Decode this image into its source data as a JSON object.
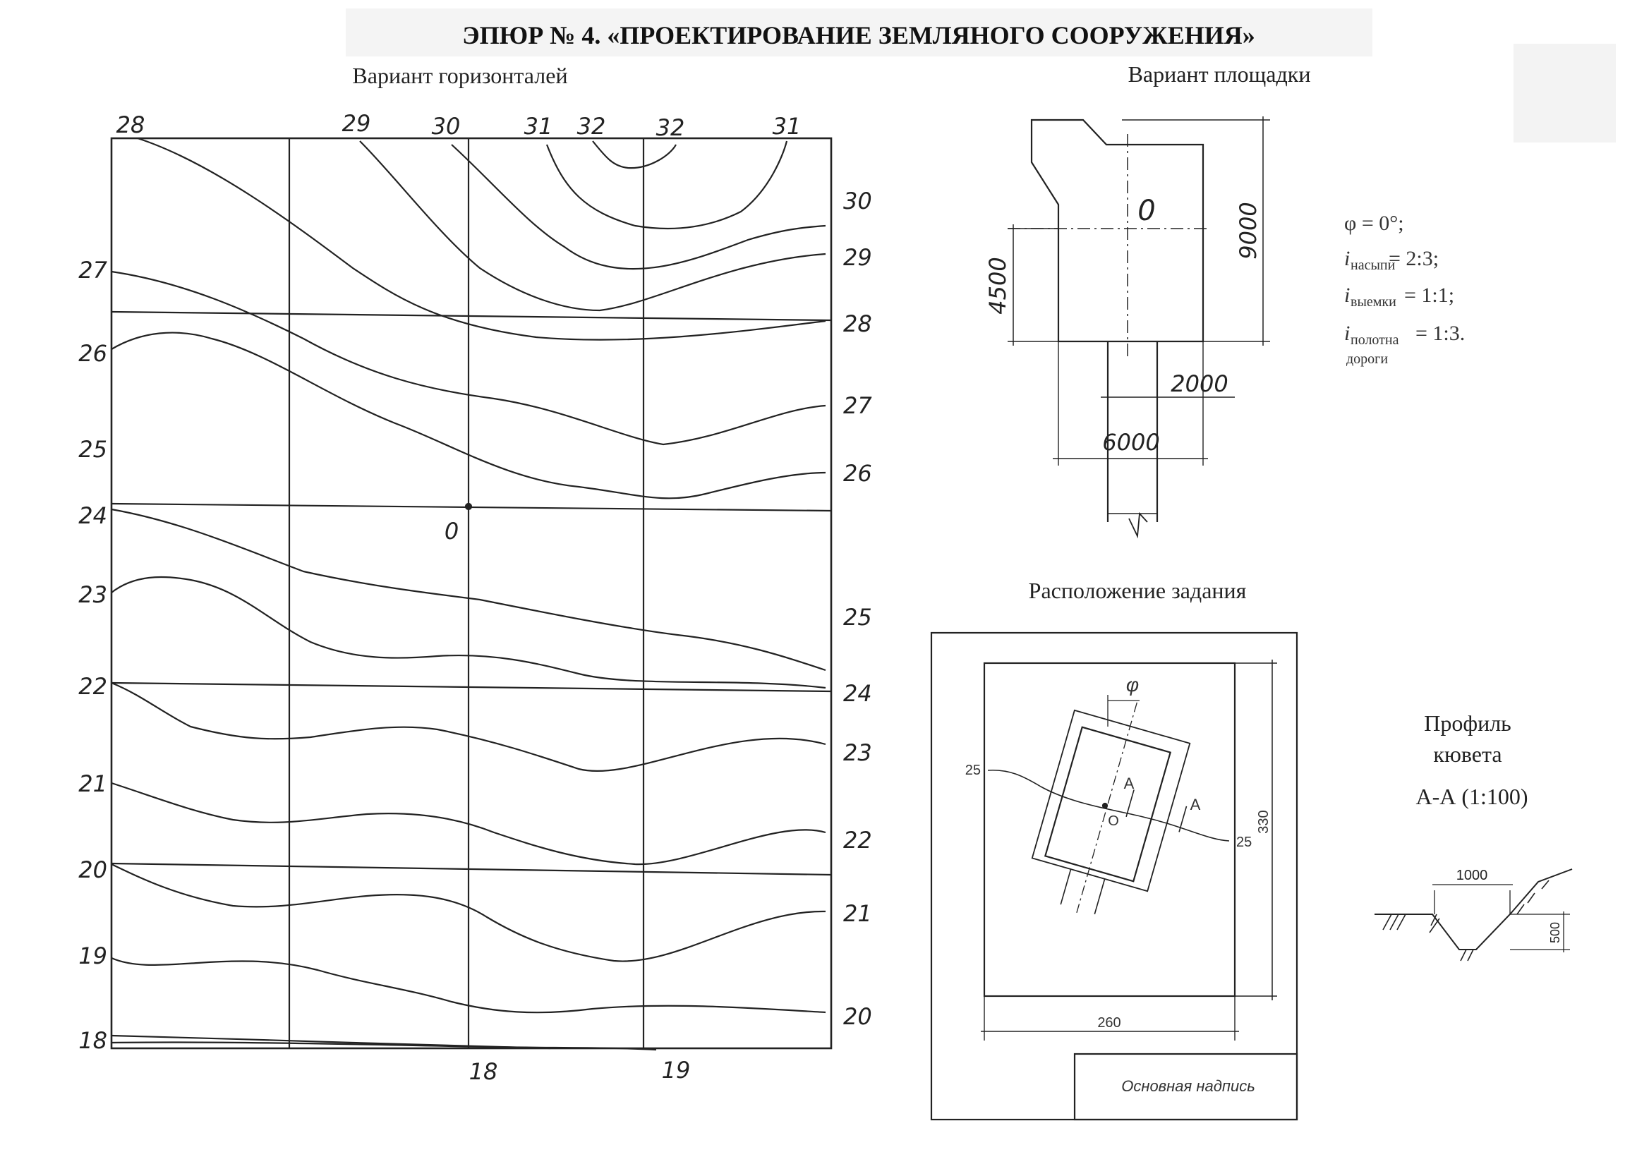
{
  "title": "ЭПЮР № 4. «ПРОЕКТИРОВАНИЕ ЗЕМЛЯНОГО СООРУЖЕНИЯ»",
  "contour_map": {
    "heading": "Вариант горизонталей",
    "point_label": "0",
    "top_labels": [
      "28",
      "29",
      "30",
      "31",
      "32",
      "32",
      "31"
    ],
    "right_labels": [
      "30",
      "29",
      "28",
      "27",
      "26",
      "25",
      "24",
      "23",
      "22",
      "21",
      "20"
    ],
    "left_labels": [
      "27",
      "26",
      "25",
      "24",
      "23",
      "22",
      "21",
      "20",
      "19",
      "18"
    ],
    "bottom_labels": [
      "18",
      "19"
    ]
  },
  "site": {
    "heading": "Вариант площадки",
    "center_label": "0",
    "dim_height": "9000",
    "dim_half": "4500",
    "dim_road": "2000",
    "dim_width": "6000"
  },
  "params": {
    "phi": "φ =  0°;",
    "fill_i": "i",
    "fill_sub": "насыпи",
    "fill_val": "= 2:3;",
    "cut_i": "i",
    "cut_sub": "выемки",
    "cut_val": "= 1:1;",
    "road_i": "i",
    "road_sub": "полотна",
    "road_val": "= 1:3.",
    "road_sub2": "дороги"
  },
  "layout": {
    "heading": "Расположение задания",
    "phi": "φ",
    "contour_left": "25",
    "contour_right": "25",
    "section_a1": "A",
    "section_a2": "A",
    "center": "O",
    "dim_height": "330",
    "dim_width": "260",
    "stamp": "Основная надпись"
  },
  "ditch": {
    "heading1": "Профиль",
    "heading2": "кювета",
    "heading3": "А-А (1:100)",
    "dim_width": "1000",
    "dim_depth": "500"
  }
}
